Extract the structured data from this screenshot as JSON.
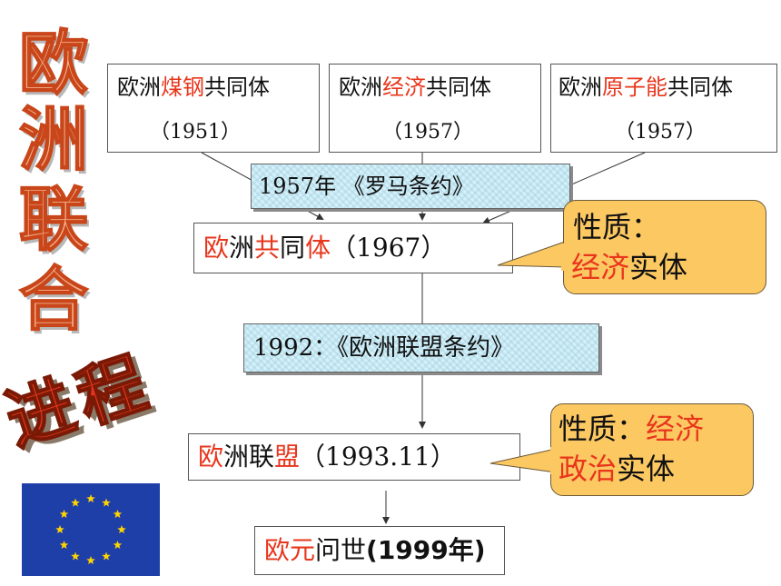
{
  "title_chars": [
    "欧",
    "洲",
    "联",
    "合"
  ],
  "process_word": [
    "进",
    "程"
  ],
  "communities": [
    {
      "prefix": "欧洲",
      "highlight": "煤钢",
      "suffix": "共同体",
      "year": "（1951）"
    },
    {
      "prefix": "欧洲",
      "highlight": "经济",
      "suffix": "共同体",
      "year": "（1957）"
    },
    {
      "prefix": "欧洲",
      "highlight": "原子能",
      "suffix": "共同体",
      "year": "（1957）"
    }
  ],
  "treaty_rome": "1957年 《罗马条约》",
  "ec": {
    "c1": "欧",
    "c2": "洲",
    "c3": "共",
    "c4": "同",
    "c5": "体",
    "year": "（1967）"
  },
  "treaty_maastricht": "1992：《欧洲联盟条约》",
  "eu": {
    "c1": "欧",
    "c2": "洲联",
    "c3": "盟",
    "year": "（1993.11）"
  },
  "euro": {
    "h": "欧元",
    "rest": "问世",
    "year": "(1999年)"
  },
  "bubble_ec": {
    "label": "性质：",
    "h": "经济",
    "rest": "实体"
  },
  "bubble_eu": {
    "label": "性质：",
    "h1": "经济",
    "h2": "政治",
    "rest": "实体"
  },
  "colors": {
    "highlight": "#e8361c",
    "bubble": "#fcc862",
    "flag_blue": "#1f3fa8",
    "flag_star": "#ffd400"
  }
}
